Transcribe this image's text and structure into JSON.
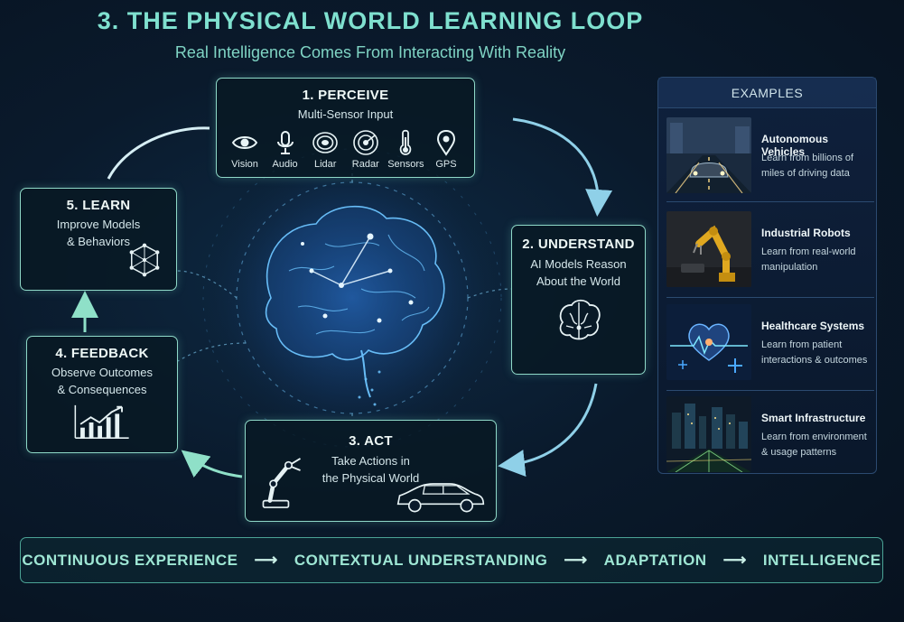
{
  "header": {
    "title": "3. THE PHYSICAL WORLD LEARNING LOOP",
    "subtitle": "Real Intelligence Comes From Interacting With Reality"
  },
  "loop": {
    "perceive": {
      "title": "1. PERCEIVE",
      "subtitle": "Multi-Sensor Input",
      "sensors": [
        {
          "label": "Vision",
          "icon": "eye-icon"
        },
        {
          "label": "Audio",
          "icon": "microphone-icon"
        },
        {
          "label": "Lidar",
          "icon": "lidar-icon"
        },
        {
          "label": "Radar",
          "icon": "radar-icon"
        },
        {
          "label": "Sensors",
          "icon": "thermometer-icon"
        },
        {
          "label": "GPS",
          "icon": "location-pin-icon"
        }
      ]
    },
    "understand": {
      "title": "2. UNDERSTAND",
      "line1": "AI Models Reason",
      "line2": "About the World",
      "icon": "brain-icon"
    },
    "act": {
      "title": "3. ACT",
      "line1": "Take Actions in",
      "line2": "the Physical World",
      "icons": [
        "robot-arm-icon",
        "car-icon"
      ]
    },
    "feedback": {
      "title": "4. FEEDBACK",
      "line1": "Observe Outcomes",
      "line2": "& Consequences",
      "icon": "growth-chart-icon"
    },
    "learn": {
      "title": "5. LEARN",
      "line1": "Improve Models",
      "line2": "& Behaviors",
      "icon": "network-cube-icon"
    }
  },
  "examples": {
    "heading": "EXAMPLES",
    "items": [
      {
        "title": "Autonomous Vehicles",
        "desc1": "Learn from billions of",
        "desc2": "miles of driving data",
        "image": "city-car-image"
      },
      {
        "title": "Industrial Robots",
        "desc1": "Learn from real-world",
        "desc2": "manipulation",
        "image": "robot-arm-image"
      },
      {
        "title": "Healthcare Systems",
        "desc1": "Learn from patient",
        "desc2": "interactions & outcomes",
        "image": "heart-pulse-image"
      },
      {
        "title": "Smart Infrastructure",
        "desc1": "Learn from environment",
        "desc2": "& usage patterns",
        "image": "smart-city-image"
      }
    ]
  },
  "pipeline": {
    "steps": [
      "CONTINUOUS EXPERIENCE",
      "CONTEXTUAL UNDERSTANDING",
      "ADAPTATION",
      "INTELLIGENCE"
    ],
    "arrow": "⟶"
  },
  "colors": {
    "accent": "#7fe0cf",
    "box_border": "#8fd9c8",
    "brain_glow": "#4aa8ff",
    "background": "#0a1a2c"
  }
}
